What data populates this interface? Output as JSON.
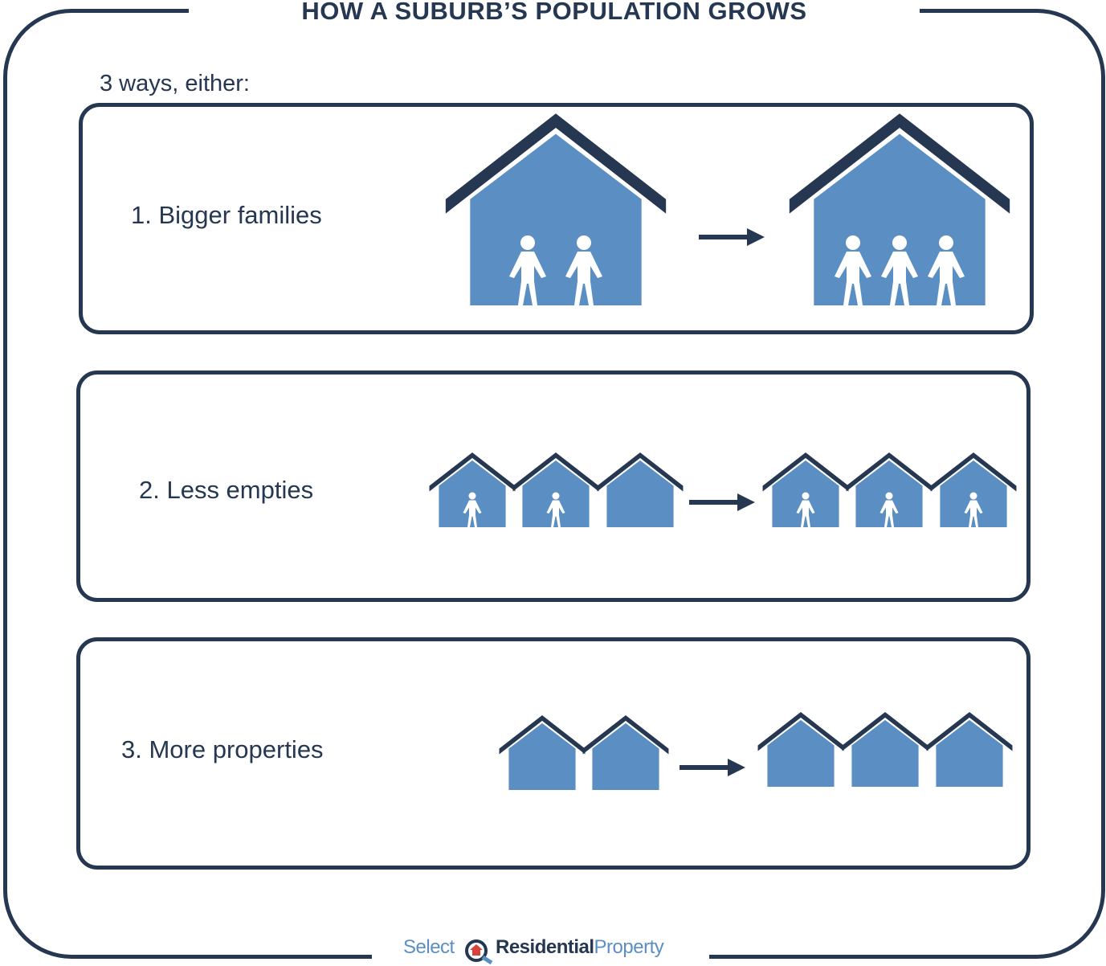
{
  "title": "HOW A SUBURB’S POPULATION GROWS",
  "intro": "3 ways, either:",
  "ways": [
    {
      "label": "1. Bigger families"
    },
    {
      "label": "2. Less empties"
    },
    {
      "label": "3. More properties"
    }
  ],
  "brand": {
    "select": "Select",
    "residential": "Residential",
    "property": "Property"
  },
  "colors": {
    "navy": "#253751",
    "house_blue": "#5b8fc3",
    "white": "#ffffff"
  },
  "icons": [
    "house-icon",
    "person-icon",
    "arrow-right-icon",
    "magnifier-house-logo-icon"
  ]
}
